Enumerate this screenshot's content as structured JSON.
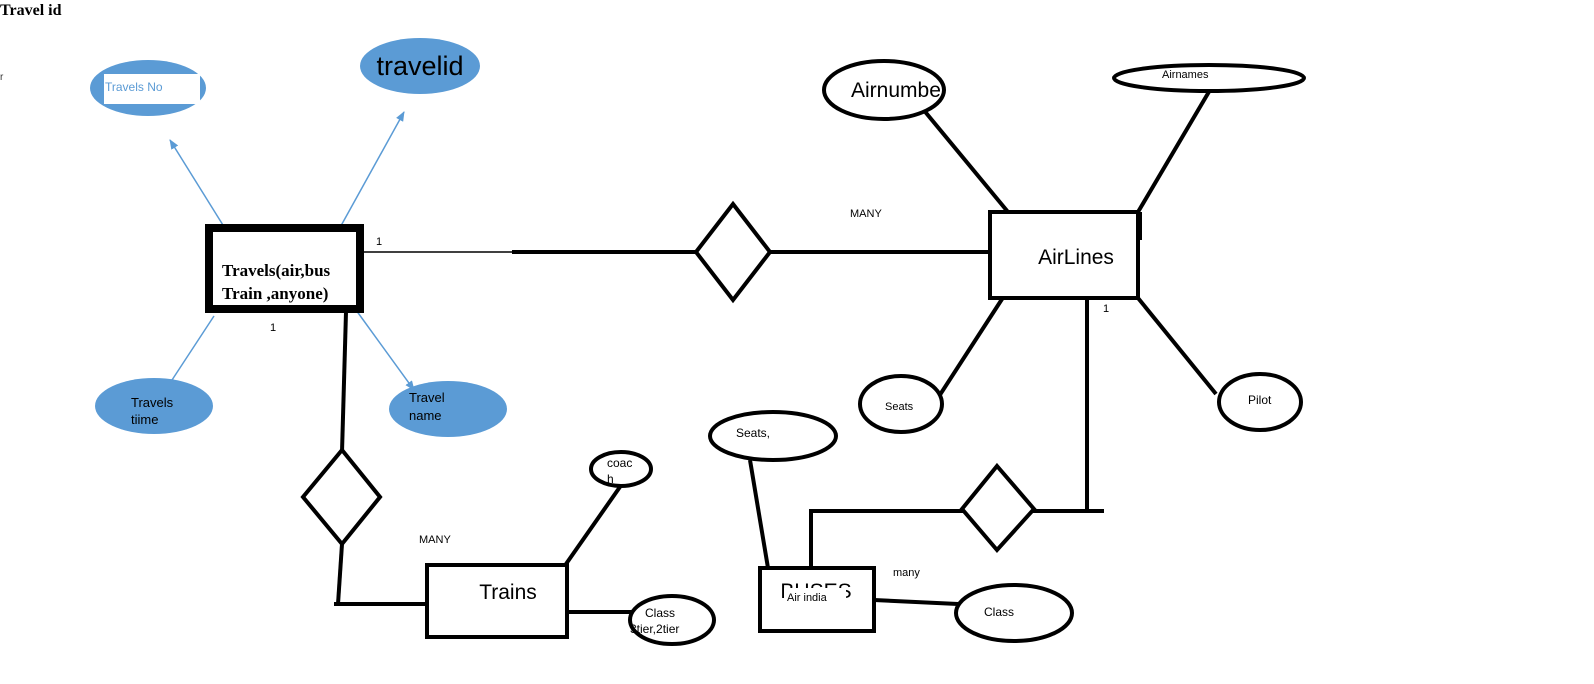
{
  "page": {
    "title": "Travel id",
    "left_marker": "r"
  },
  "entities": {
    "travels": {
      "line1": "Travels(air,bus",
      "line2": "Train ,anyone)"
    },
    "airlines": {
      "label": "AirLines"
    },
    "trains": {
      "label": "Trains"
    },
    "buses": {
      "label": "BUSES",
      "overlay": "Air india"
    }
  },
  "attributes": {
    "travels_no": "Travels No",
    "travelid": "travelid",
    "travels_time": {
      "line1": "Travels",
      "line2": "tiime"
    },
    "travel_name": {
      "line1": "Travel",
      "line2": "name"
    },
    "airnumbe": "Airnumbe",
    "airnames": "Airnames",
    "airline_seats": "Seats",
    "pilot": "Pilot",
    "coach": {
      "line1": "coac",
      "line2": "h"
    },
    "train_class": {
      "line1": "Class",
      "line2": "3tier,2tier"
    },
    "bus_seats": "Seats,",
    "bus_class": "Class"
  },
  "cardinalities": {
    "travels_right": "1",
    "travels_bottom": "1",
    "airlines_many": "MANY",
    "airlines_bottom": "1",
    "trains_many": "MANY",
    "buses_many": "many"
  },
  "colors": {
    "blue_fill": "#5b9bd5",
    "blue_line": "#5b9bd5",
    "black": "#000000"
  }
}
